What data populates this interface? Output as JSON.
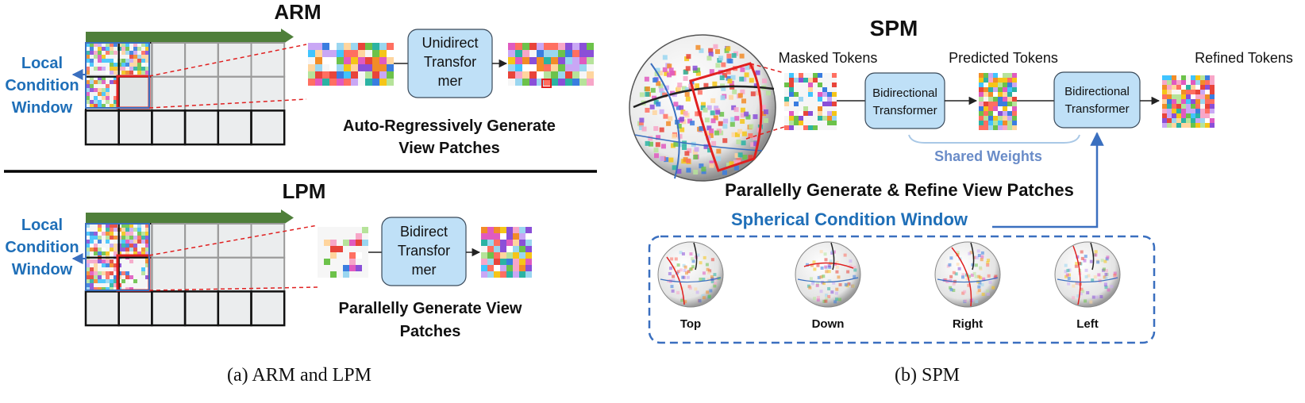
{
  "arm": {
    "title": "ARM",
    "local_window_label": [
      "Local",
      "Condition",
      "Window"
    ],
    "transformer_label": [
      "Unidirect",
      "Transfor",
      "mer"
    ],
    "caption": [
      "Auto-Regressively Generate",
      "View Patches"
    ]
  },
  "lpm": {
    "title": "LPM",
    "local_window_label": [
      "Local",
      "Condition",
      "Window"
    ],
    "transformer_label": [
      "Bidirect",
      "Transfor",
      "mer"
    ],
    "caption": [
      "Parallelly Generate View",
      "Patches"
    ]
  },
  "spm": {
    "title": "SPM",
    "masked_tokens": "Masked Tokens",
    "predicted_tokens": "Predicted Tokens",
    "refined_tokens": "Refined Tokens",
    "transformer1": [
      "Bidirectional",
      "Transformer"
    ],
    "transformer2": [
      "Bidirectional",
      "Transformer"
    ],
    "shared_weights": "Shared Weights",
    "caption": "Parallelly Generate & Refine View Patches",
    "spherical_window": "Spherical Condition Window",
    "views": [
      "Top",
      "Down",
      "Right",
      "Left"
    ]
  },
  "subcaptions": {
    "a": "(a) ARM and LPM",
    "b": "(b) SPM"
  },
  "colors": {
    "transformer_fill": "#bfe0f7",
    "arrow_green": "#4f7f3a",
    "label_blue": "#1f6fb8",
    "window_blue": "#3a6fbf",
    "highlight_red": "#e02020",
    "shared_weights": "#6a8cc8"
  }
}
